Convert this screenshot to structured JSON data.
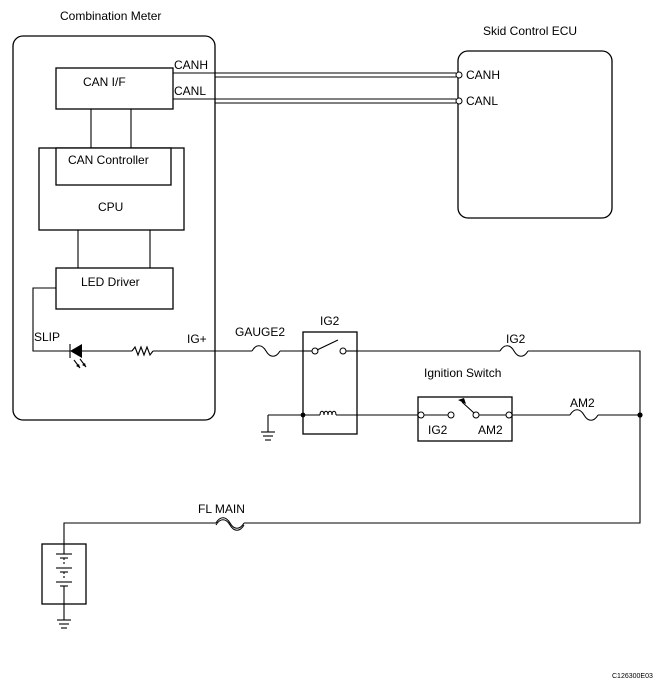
{
  "labels": {
    "combination_meter": "Combination Meter",
    "skid_control_ecu": "Skid Control ECU",
    "can_if": "CAN I/F",
    "can_controller": "CAN Controller",
    "cpu": "CPU",
    "led_driver": "LED Driver",
    "slip": "SLIP",
    "ig_plus": "IG+",
    "canh_meter": "CANH",
    "canl_meter": "CANL",
    "canh_ecu": "CANH",
    "canl_ecu": "CANL",
    "gauge2": "GAUGE2",
    "ig2_relay": "IG2",
    "ig2_fuse": "IG2",
    "ignition_switch": "Ignition Switch",
    "switch_ig2": "IG2",
    "switch_am2": "AM2",
    "am2_fuse": "AM2",
    "fl_main": "FL MAIN",
    "figure_code": "C126300E03"
  }
}
